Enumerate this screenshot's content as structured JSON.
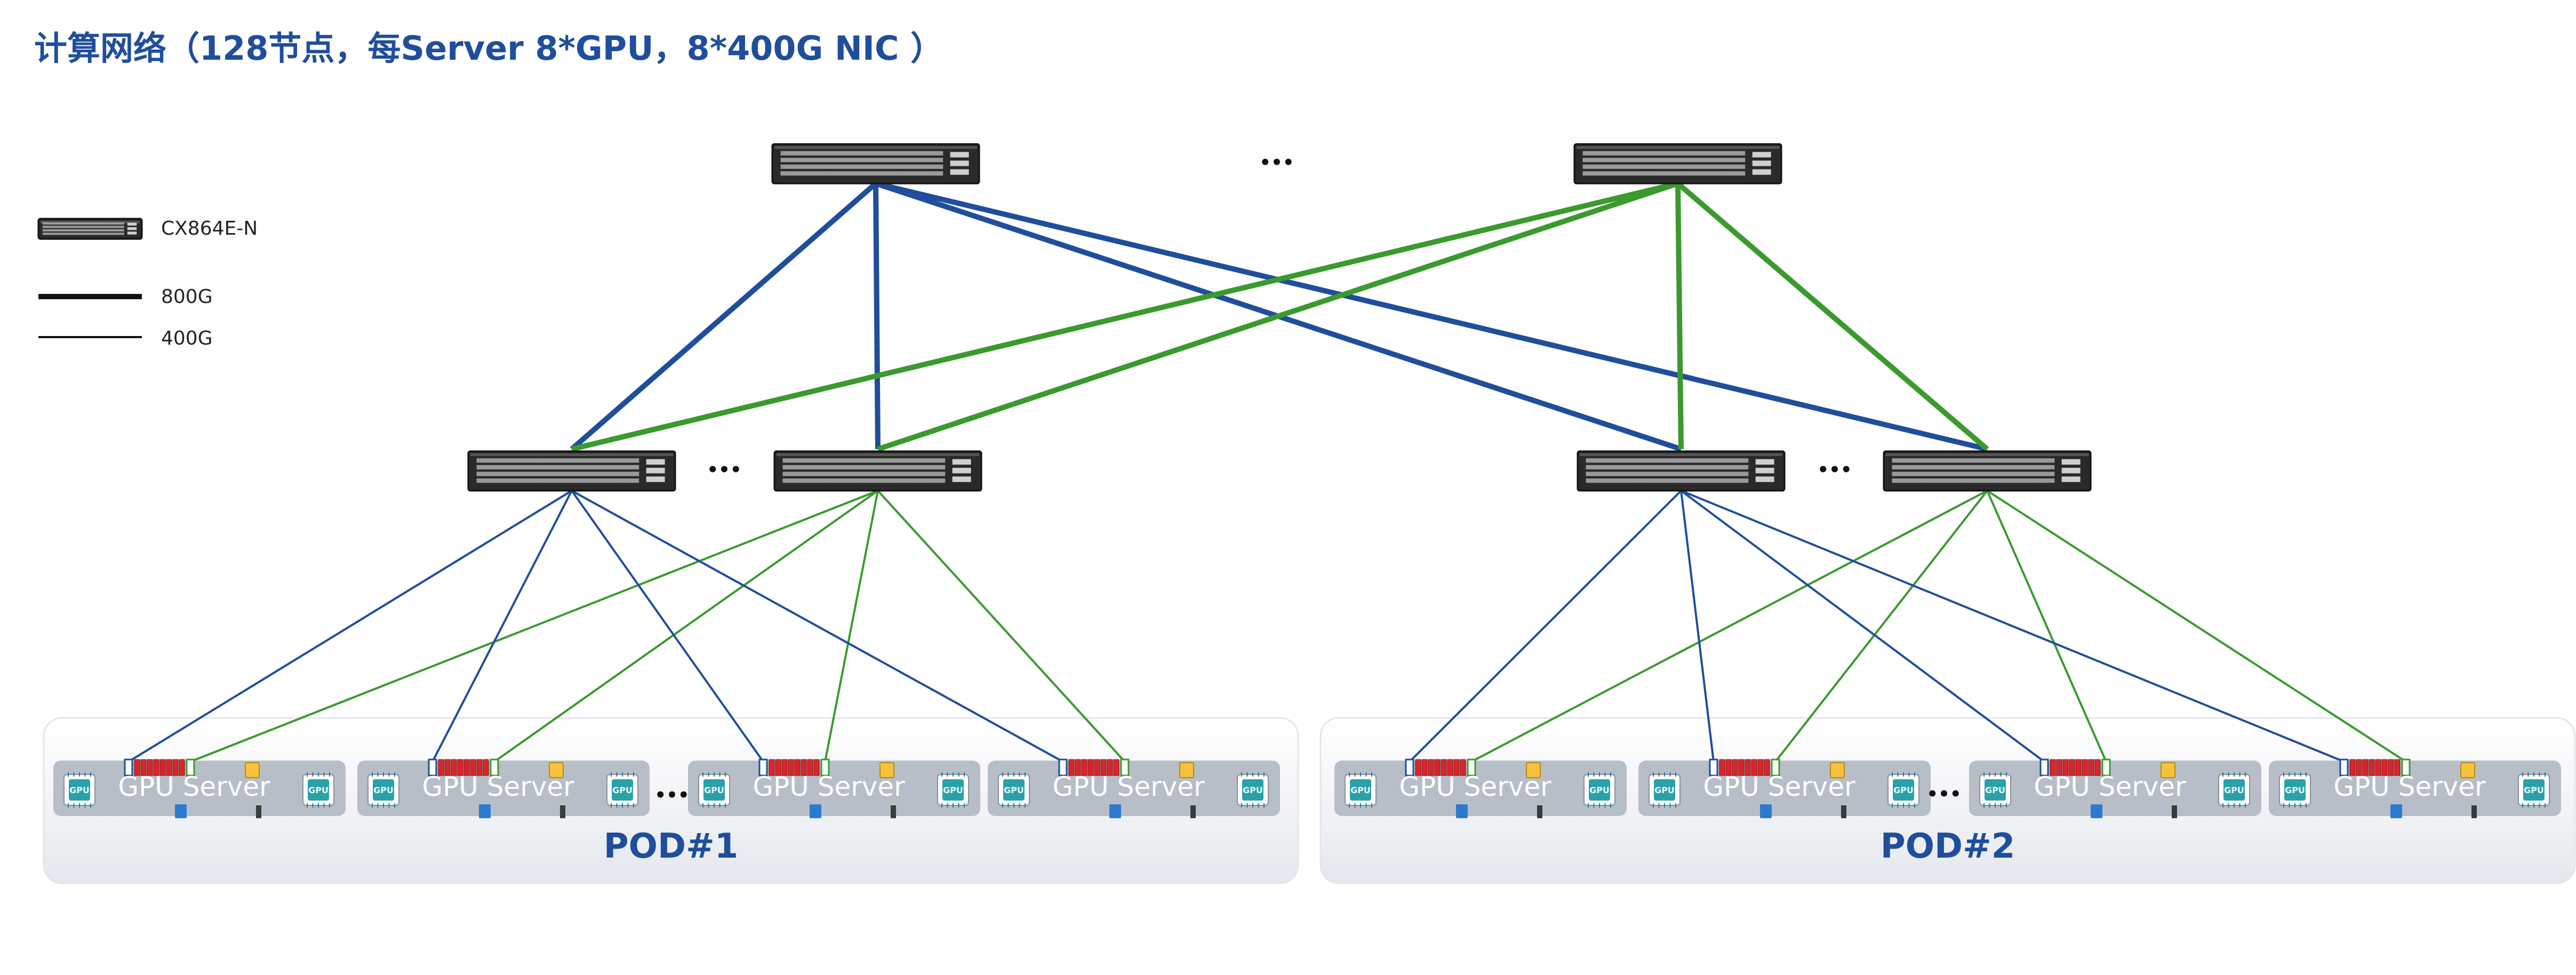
{
  "title": "计算网络（128节点，每Server 8*GPU，8*400G NIC ）",
  "legend": {
    "switch_label": "CX864E-N",
    "thick_label": "800G",
    "thin_label": "400G"
  },
  "ellipsis": "•••",
  "pods": [
    {
      "label": "POD#1",
      "servers": [
        {
          "label": "GPU Server"
        },
        {
          "label": "GPU Server"
        },
        {
          "label": "GPU Server"
        },
        {
          "label": "GPU Server"
        }
      ]
    },
    {
      "label": "POD#2",
      "servers": [
        {
          "label": "GPU Server"
        },
        {
          "label": "GPU Server"
        },
        {
          "label": "GPU Server"
        },
        {
          "label": "GPU Server"
        }
      ]
    }
  ],
  "chip_label": "GPU",
  "colors": {
    "plane_a": "#1f4e9c",
    "plane_b": "#3a9a2e",
    "title": "#1f4e9c",
    "switch_body": "#2a2a2a",
    "server_box": "#b8bec8",
    "pod_bg": "#eef0f4",
    "nic_red": "#d9262c",
    "gpu_chip": "#2aa1a8"
  }
}
